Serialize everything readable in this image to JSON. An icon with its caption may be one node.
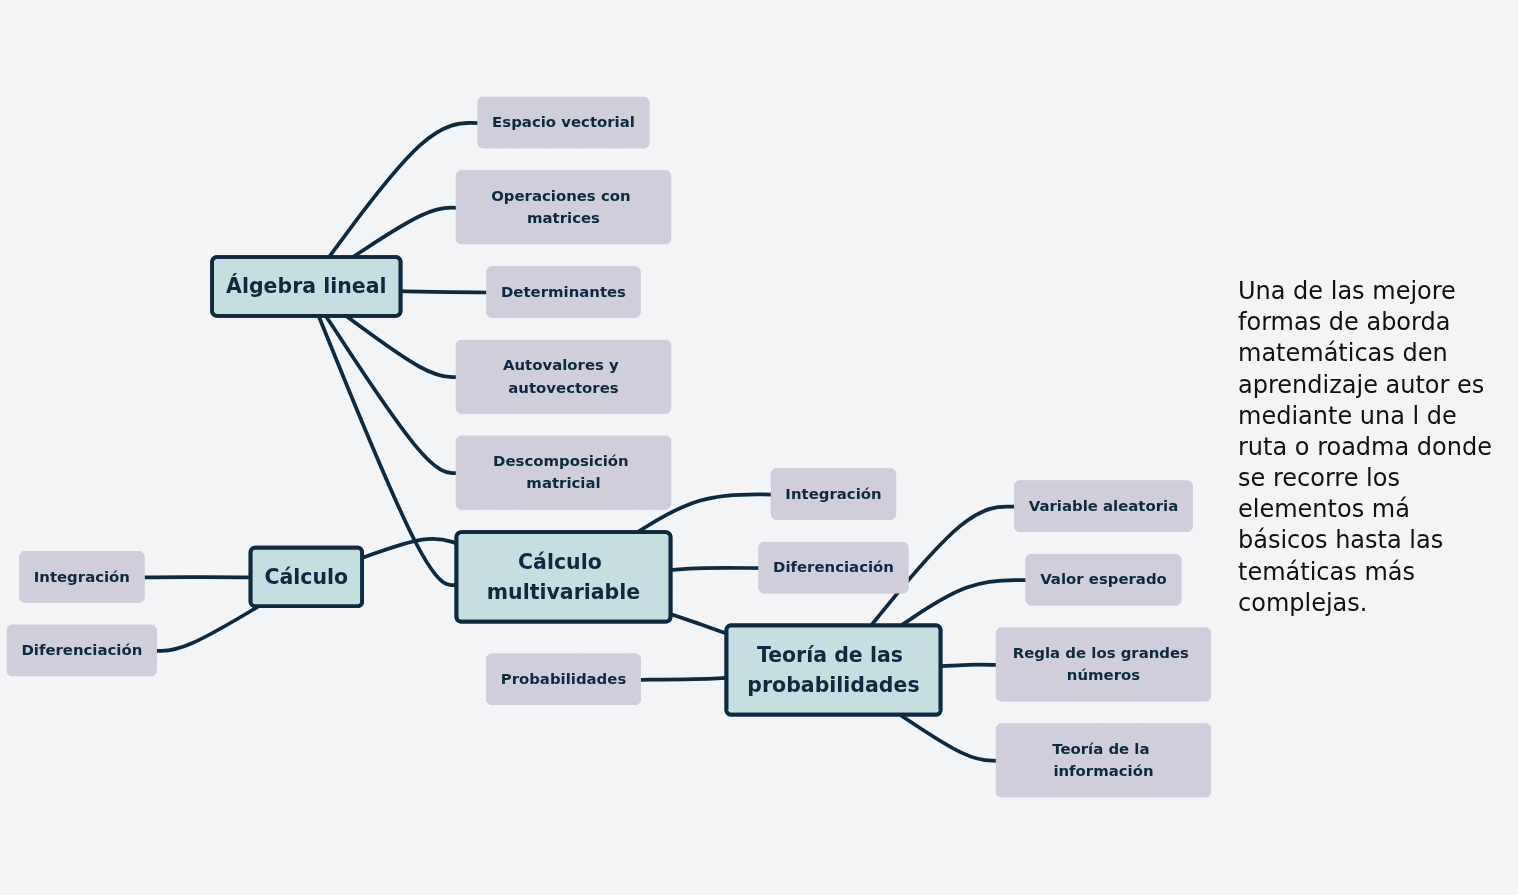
{
  "diagram": {
    "nodes": [
      {
        "text": [
          "Cálculo"
        ]
      },
      {
        "text": [
          "Integración"
        ]
      },
      {
        "text": [
          "Diferenciación"
        ]
      },
      {
        "text": [
          "Álgebra lineal"
        ]
      },
      {
        "text": [
          "Espacio vectorial"
        ]
      },
      {
        "text": [
          "Operaciones con matrices"
        ]
      },
      {
        "text": [
          "Determinantes"
        ]
      },
      {
        "text": [
          "Autovalores y autovectores"
        ]
      },
      {
        "text": [
          "Descomposición matricial"
        ]
      },
      {
        "text": [
          "Cálculo multivariable"
        ]
      },
      {
        "text": [
          "Integración"
        ]
      },
      {
        "text": [
          "Diferenciación"
        ]
      },
      {
        "text": [
          "Teoría de las probabilidades"
        ]
      },
      {
        "text": [
          "Probabilidades"
        ]
      },
      {
        "text": [
          "Variable aleatoria"
        ]
      },
      {
        "text": [
          "Valor esperado"
        ]
      },
      {
        "text": [
          "Regla de los grandes números"
        ]
      },
      {
        "text": [
          "Teoría de la información"
        ]
      }
    ],
    "edges": [
      {
        "from": 1,
        "to": 0,
        "arrow": "none"
      },
      {
        "from": 2,
        "to": 0,
        "arrow": "none"
      },
      {
        "from": 3,
        "to": 4,
        "arrow": "none"
      },
      {
        "from": 3,
        "to": 5,
        "arrow": "none"
      },
      {
        "from": 3,
        "to": 6,
        "arrow": "none"
      },
      {
        "from": 3,
        "to": 7,
        "arrow": "none"
      },
      {
        "from": 3,
        "to": 8,
        "arrow": "none"
      },
      {
        "from": 0,
        "to": 9,
        "arrow": "none"
      },
      {
        "from": 3,
        "to": 9,
        "arrow": "none"
      },
      {
        "from": 9,
        "to": 10,
        "arrow": "none"
      },
      {
        "from": 9,
        "to": 11,
        "arrow": "none"
      },
      {
        "from": 9,
        "to": 12,
        "arrow": "none"
      },
      {
        "from": 13,
        "to": 12,
        "arrow": "none"
      },
      {
        "from": 12,
        "to": 14,
        "arrow": "none"
      },
      {
        "from": 12,
        "to": 15,
        "arrow": "none"
      },
      {
        "from": 12,
        "to": 16,
        "arrow": "none"
      },
      {
        "from": 12,
        "to": 17,
        "arrow": "none"
      }
    ],
    "labels": [
      "Una de las mejore formas de aborda matemáticas den aprendizaje autor es mediante una l de ruta o roadma donde se recorre los elementos má básicos hasta las temáticas más complejas."
    ]
  }
}
